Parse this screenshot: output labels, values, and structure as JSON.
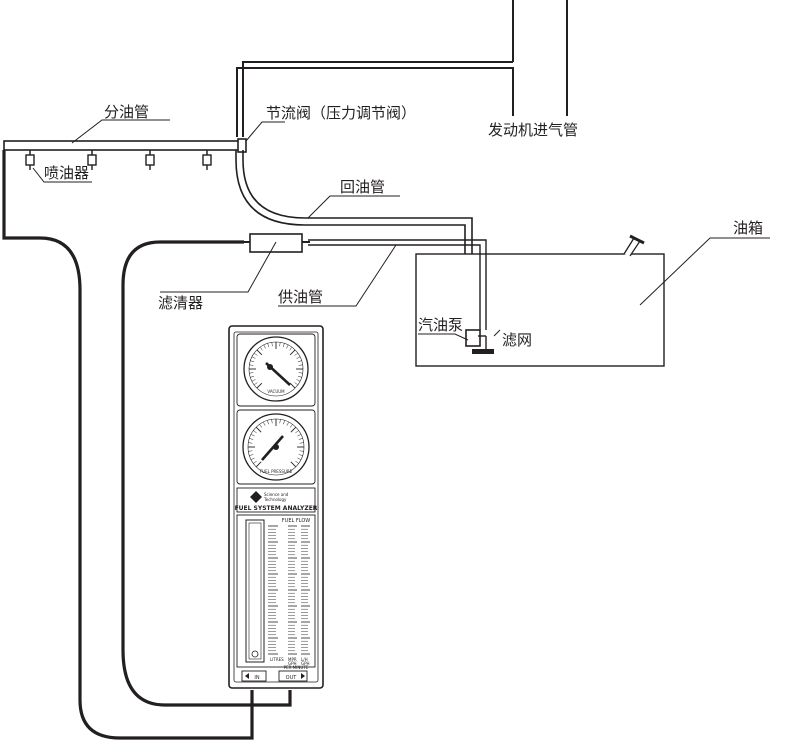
{
  "labels": {
    "manifold": "分油管",
    "injector": "喷油器",
    "throttle": "节流阀（压力调节阀）",
    "intake": "发动机进气管",
    "return_pipe": "回油管",
    "tank": "油箱",
    "filter": "滤清器",
    "supply_pipe": "供油管",
    "pump": "汽油泵",
    "strainer": "滤网"
  },
  "instrument": {
    "gauge_vacuum": "VACUUM",
    "gauge_pressure": "FUEL PRESSURE",
    "brand_line1": "Science and",
    "brand_line2": "Technology",
    "model": "FUEL SYSTEM ANALYZER",
    "flow_title": "FUEL FLOW",
    "port_in": "IN",
    "port_out": "OUT",
    "scale_units": [
      "LITRES",
      "MPR",
      "L/H"
    ],
    "scale_units_sub": [
      "GPH",
      "GPH"
    ],
    "per_minute": "PER MINUTE"
  }
}
